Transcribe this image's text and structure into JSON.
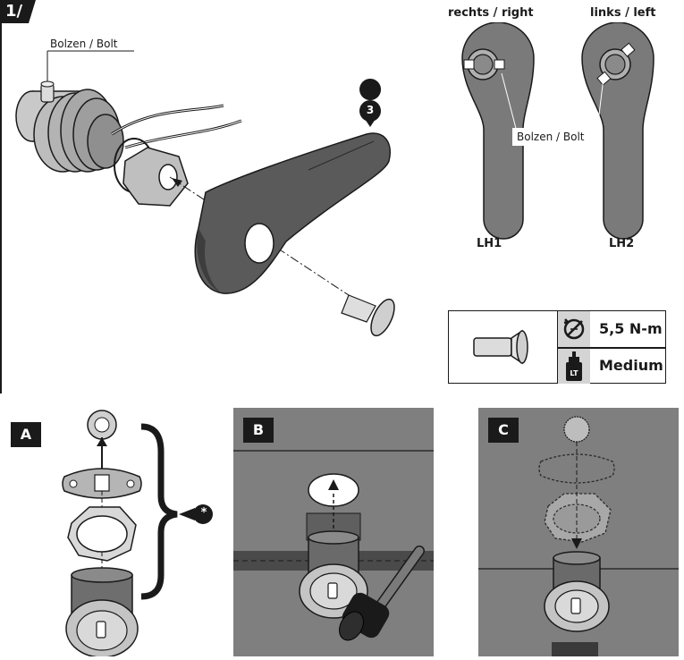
{
  "step_number": "1",
  "callouts": {
    "bolt_main": "Bolzen / Bolt",
    "bolt_side": "Bolzen / Bolt",
    "lever_number": "3",
    "asterisk": "*"
  },
  "handles": {
    "right_label": "rechts / right",
    "left_label": "links / left",
    "lh1": "LH1",
    "lh2": "LH2"
  },
  "spec": {
    "torque": "5,5 N-m",
    "threadlocker": "Medium",
    "torque_icon": "torque-wrench-icon",
    "threadlocker_icon": "threadlocker-bottle-icon",
    "threadlocker_bottle_text": "LT"
  },
  "panels": {
    "a": "A",
    "b": "B",
    "c": "C"
  }
}
